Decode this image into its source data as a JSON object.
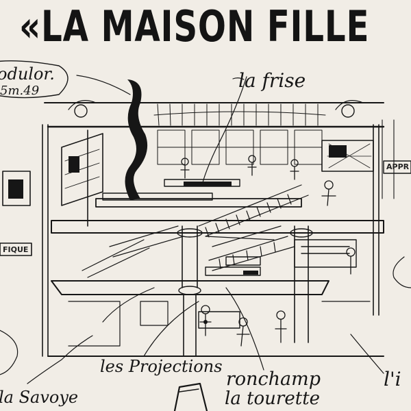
{
  "title": "«LA MAISON FILLE",
  "annotations": {
    "modulor": "odulor.",
    "modulor_measure": "5m.49",
    "frise": "la frise",
    "savoye": "la Savoye",
    "projections": "les Projections",
    "ronchamp": "ronchamp",
    "tourette": "la tourette",
    "edge_right": "l'i"
  },
  "signs": {
    "left_shop": "FIQUE",
    "right_shop": "APPR"
  },
  "colors": {
    "paper": "#f1ede6",
    "ink": "#161616"
  }
}
